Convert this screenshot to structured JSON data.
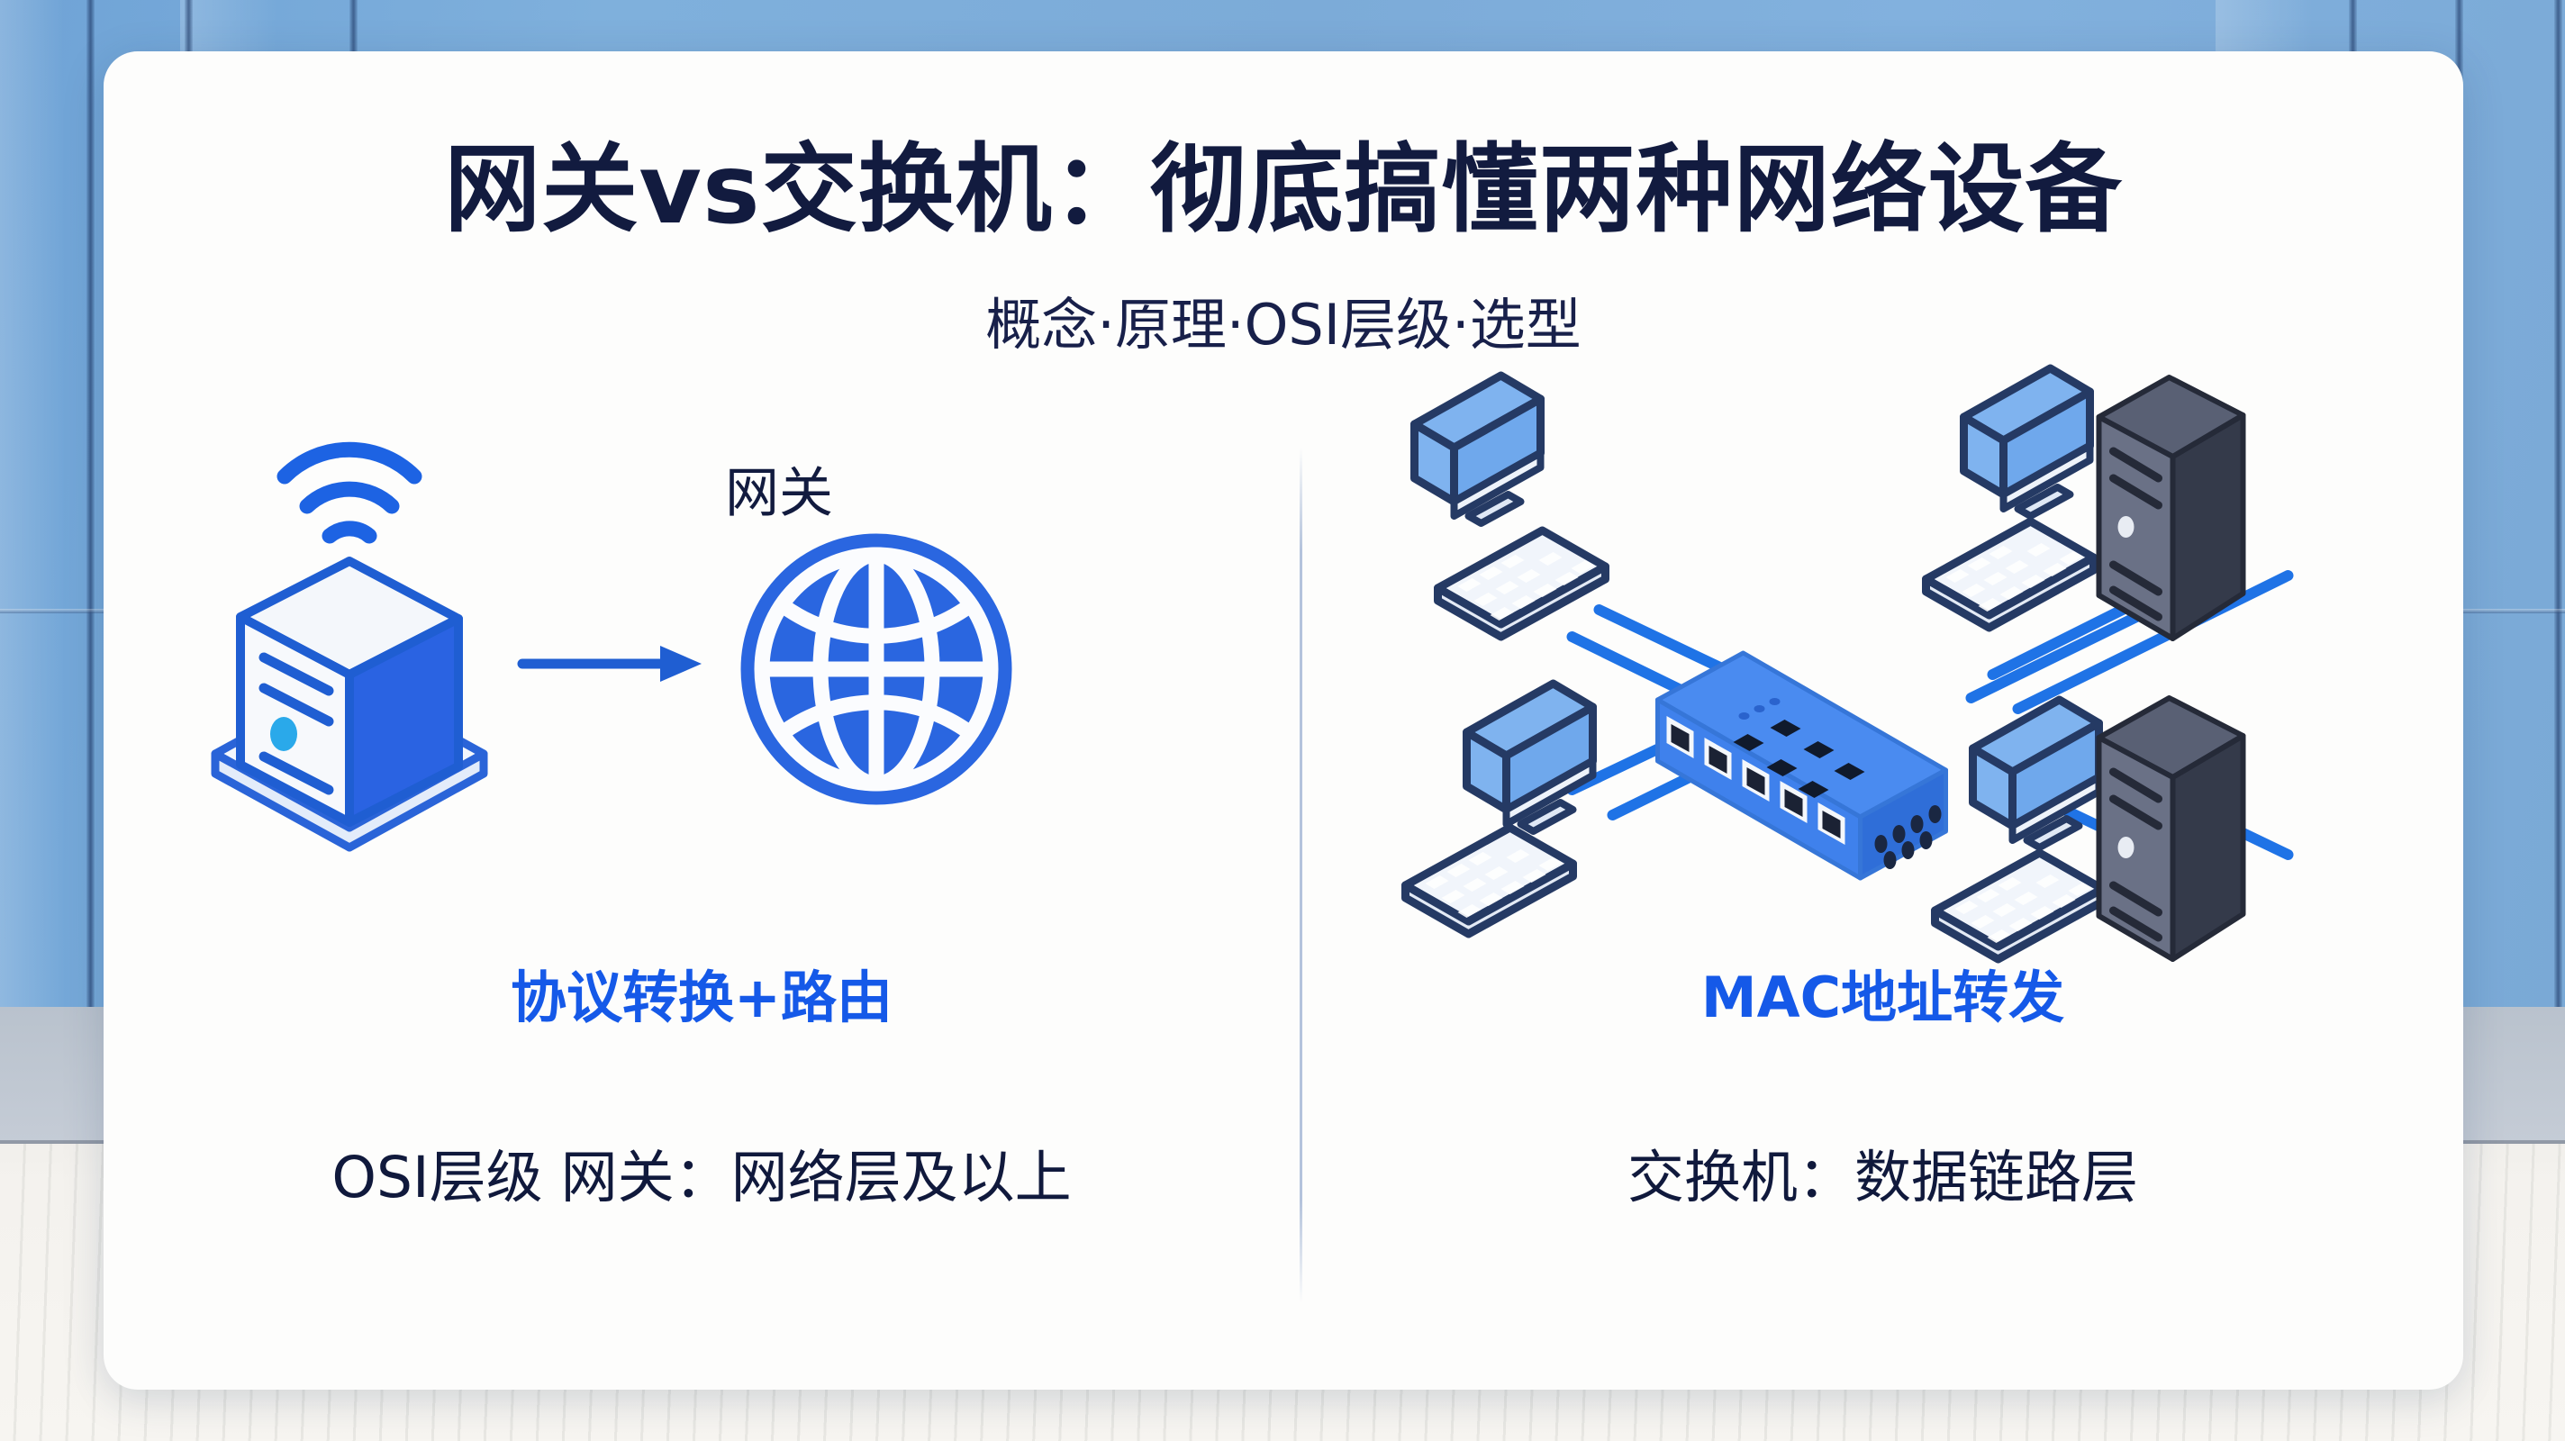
{
  "header": {
    "title": "网关vs交换机：彻底搞懂两种网络设备",
    "subtitle": "概念·原理·OSI层级·选型"
  },
  "colors": {
    "title_navy": "#121b3f",
    "accent_blue": "#1559e8",
    "device_blue": "#2e6fe0",
    "screen_blue": "#7fb3ef",
    "tower_dark": "#3a4050",
    "background_glass": "#7aaada",
    "card_white": "#fdfdfc"
  },
  "left_panel": {
    "diagram_name": "gateway-to-internet-diagram",
    "icons": {
      "wifi": "wifi-waves-icon",
      "server": "gateway-server-tower-icon",
      "arrow": "right-arrow-icon",
      "globe": "globe-internet-icon"
    },
    "arrow_label": "网关",
    "caption": "协议转换+路由",
    "footer": "OSI层级 网关：网络层及以上"
  },
  "right_panel": {
    "diagram_name": "switch-lan-topology-diagram",
    "icons": {
      "switch": "network-switch-icon",
      "monitor": "desktop-monitor-icon",
      "keyboard": "keyboard-icon",
      "tower": "server-tower-icon",
      "cable": "ethernet-cable-line"
    },
    "switch_ports": 5,
    "nodes": [
      {
        "name": "workstation-top-left",
        "type": "monitor-keyboard"
      },
      {
        "name": "workstation-bottom-left",
        "type": "monitor-keyboard"
      },
      {
        "name": "workstation-top-right",
        "type": "monitor-keyboard"
      },
      {
        "name": "workstation-bottom-right",
        "type": "monitor-keyboard"
      },
      {
        "name": "server-top-right",
        "type": "tower"
      },
      {
        "name": "server-bottom-right",
        "type": "tower"
      }
    ],
    "caption": "MAC地址转发",
    "footer": "交换机：数据链路层"
  }
}
